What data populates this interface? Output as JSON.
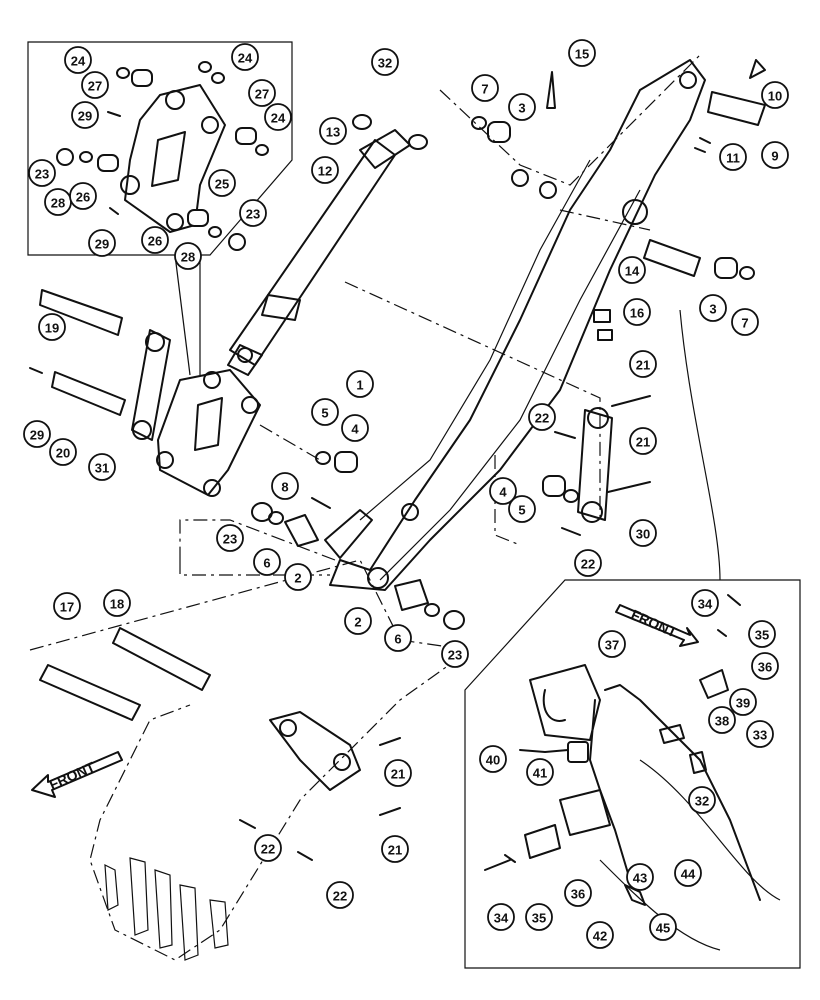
{
  "front_label_main": "FRONT",
  "front_label_detail": "FRONT",
  "callouts": [
    {
      "n": "24"
    },
    {
      "n": "24"
    },
    {
      "n": "27"
    },
    {
      "n": "27"
    },
    {
      "n": "24"
    },
    {
      "n": "29"
    },
    {
      "n": "23"
    },
    {
      "n": "28"
    },
    {
      "n": "26"
    },
    {
      "n": "25"
    },
    {
      "n": "29"
    },
    {
      "n": "26"
    },
    {
      "n": "28"
    },
    {
      "n": "23"
    },
    {
      "n": "32"
    },
    {
      "n": "15"
    },
    {
      "n": "7"
    },
    {
      "n": "3"
    },
    {
      "n": "13"
    },
    {
      "n": "12"
    },
    {
      "n": "10"
    },
    {
      "n": "9"
    },
    {
      "n": "11"
    },
    {
      "n": "14"
    },
    {
      "n": "3"
    },
    {
      "n": "7"
    },
    {
      "n": "16"
    },
    {
      "n": "19"
    },
    {
      "n": "29"
    },
    {
      "n": "20"
    },
    {
      "n": "31"
    },
    {
      "n": "1"
    },
    {
      "n": "5"
    },
    {
      "n": "4"
    },
    {
      "n": "21"
    },
    {
      "n": "22"
    },
    {
      "n": "21"
    },
    {
      "n": "4"
    },
    {
      "n": "5"
    },
    {
      "n": "30"
    },
    {
      "n": "22"
    },
    {
      "n": "8"
    },
    {
      "n": "23"
    },
    {
      "n": "6"
    },
    {
      "n": "2"
    },
    {
      "n": "2"
    },
    {
      "n": "6"
    },
    {
      "n": "23"
    },
    {
      "n": "17"
    },
    {
      "n": "18"
    },
    {
      "n": "21"
    },
    {
      "n": "22"
    },
    {
      "n": "21"
    },
    {
      "n": "22"
    },
    {
      "n": "34"
    },
    {
      "n": "35"
    },
    {
      "n": "37"
    },
    {
      "n": "36"
    },
    {
      "n": "39"
    },
    {
      "n": "38"
    },
    {
      "n": "33"
    },
    {
      "n": "40"
    },
    {
      "n": "41"
    },
    {
      "n": "32"
    },
    {
      "n": "34"
    },
    {
      "n": "35"
    },
    {
      "n": "36"
    },
    {
      "n": "43"
    },
    {
      "n": "44"
    },
    {
      "n": "42"
    },
    {
      "n": "45"
    }
  ]
}
